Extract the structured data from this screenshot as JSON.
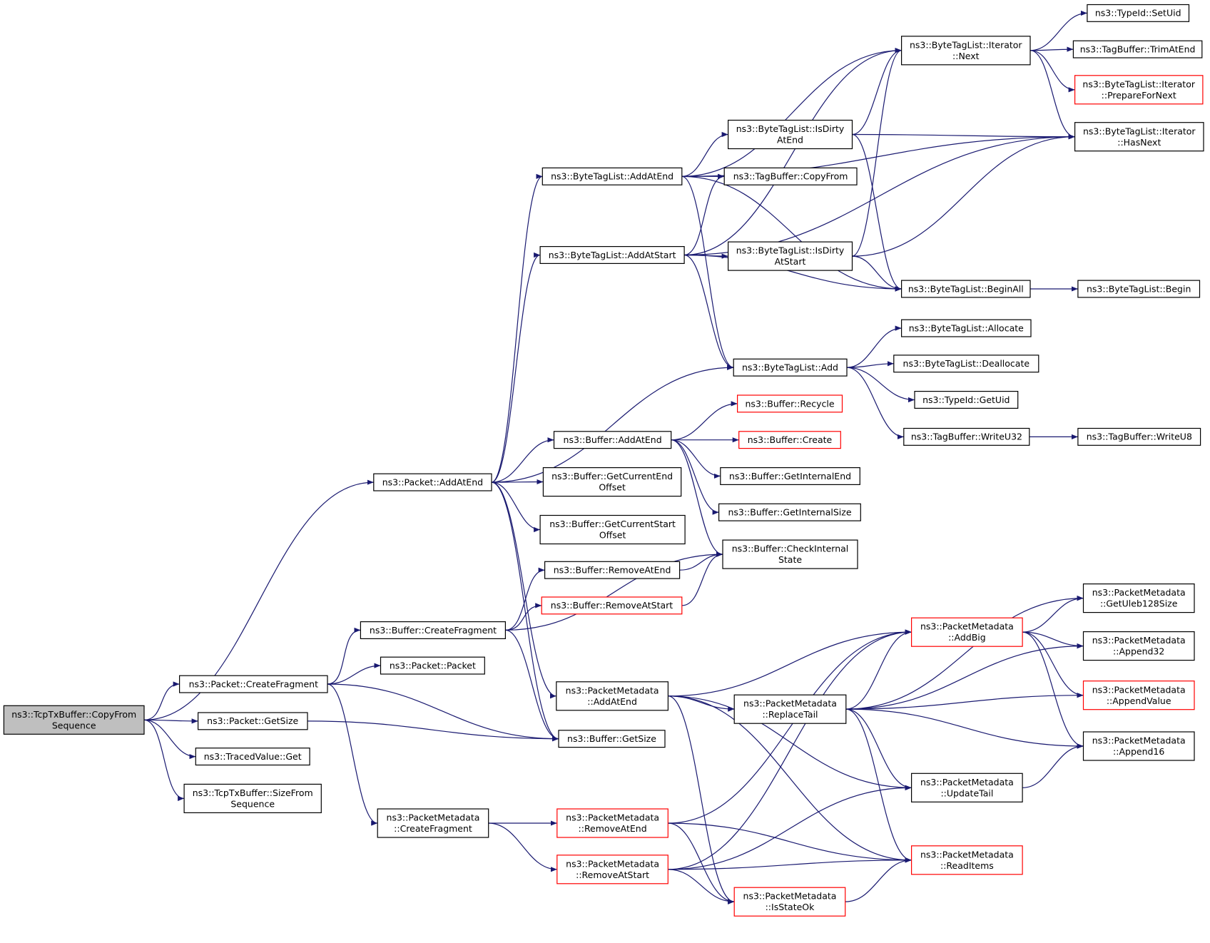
{
  "diagram": {
    "colors": {
      "edge": "#191970",
      "border_default": "#000000",
      "border_incomplete": "#ff0000",
      "root_fill": "#bfbfbf"
    },
    "nodes": [
      {
        "id": "copyfrom",
        "lines": [
          "ns3::TcpTxBuffer::CopyFrom",
          "Sequence"
        ],
        "style": "root"
      },
      {
        "id": "pkt_addatend",
        "lines": [
          "ns3::Packet::AddAtEnd"
        ],
        "style": "normal"
      },
      {
        "id": "pkt_createfrag",
        "lines": [
          "ns3::Packet::CreateFragment"
        ],
        "style": "normal"
      },
      {
        "id": "pkt_getsize",
        "lines": [
          "ns3::Packet::GetSize"
        ],
        "style": "normal"
      },
      {
        "id": "traced_get",
        "lines": [
          "ns3::TracedValue::Get"
        ],
        "style": "normal"
      },
      {
        "id": "sizefromseq",
        "lines": [
          "ns3::TcpTxBuffer::SizeFrom",
          "Sequence"
        ],
        "style": "normal"
      },
      {
        "id": "btl_addatend",
        "lines": [
          "ns3::ByteTagList::AddAtEnd"
        ],
        "style": "normal"
      },
      {
        "id": "btl_addatstart",
        "lines": [
          "ns3::ByteTagList::AddAtStart"
        ],
        "style": "normal"
      },
      {
        "id": "btl_isdirtyend",
        "lines": [
          "ns3::ByteTagList::IsDirty",
          "AtEnd"
        ],
        "style": "normal"
      },
      {
        "id": "tb_copyfrom",
        "lines": [
          "ns3::TagBuffer::CopyFrom"
        ],
        "style": "normal"
      },
      {
        "id": "btl_isdirtystart",
        "lines": [
          "ns3::ByteTagList::IsDirty",
          "AtStart"
        ],
        "style": "normal"
      },
      {
        "id": "btl_add",
        "lines": [
          "ns3::ByteTagList::Add"
        ],
        "style": "normal"
      },
      {
        "id": "btli_next",
        "lines": [
          "ns3::ByteTagList::Iterator",
          "::Next"
        ],
        "style": "normal"
      },
      {
        "id": "btl_beginall",
        "lines": [
          "ns3::ByteTagList::BeginAll"
        ],
        "style": "normal"
      },
      {
        "id": "btl_allocate",
        "lines": [
          "ns3::ByteTagList::Allocate"
        ],
        "style": "normal"
      },
      {
        "id": "btl_deallocate",
        "lines": [
          "ns3::ByteTagList::Deallocate"
        ],
        "style": "normal"
      },
      {
        "id": "typeid_getuid",
        "lines": [
          "ns3::TypeId::GetUid"
        ],
        "style": "normal"
      },
      {
        "id": "tb_writeu32",
        "lines": [
          "ns3::TagBuffer::WriteU32"
        ],
        "style": "normal"
      },
      {
        "id": "typeid_setuid",
        "lines": [
          "ns3::TypeId::SetUid"
        ],
        "style": "normal"
      },
      {
        "id": "tb_trimatend",
        "lines": [
          "ns3::TagBuffer::TrimAtEnd"
        ],
        "style": "normal"
      },
      {
        "id": "btli_preparefornext",
        "lines": [
          "ns3::ByteTagList::Iterator",
          "::PrepareForNext"
        ],
        "style": "red"
      },
      {
        "id": "btli_hasnext",
        "lines": [
          "ns3::ByteTagList::Iterator",
          "::HasNext"
        ],
        "style": "normal"
      },
      {
        "id": "btl_begin",
        "lines": [
          "ns3::ByteTagList::Begin"
        ],
        "style": "normal"
      },
      {
        "id": "tb_writeu8",
        "lines": [
          "ns3::TagBuffer::WriteU8"
        ],
        "style": "normal"
      },
      {
        "id": "buf_addatend",
        "lines": [
          "ns3::Buffer::AddAtEnd"
        ],
        "style": "normal"
      },
      {
        "id": "buf_recycle",
        "lines": [
          "ns3::Buffer::Recycle"
        ],
        "style": "red"
      },
      {
        "id": "buf_create",
        "lines": [
          "ns3::Buffer::Create"
        ],
        "style": "red"
      },
      {
        "id": "buf_getintend",
        "lines": [
          "ns3::Buffer::GetInternalEnd"
        ],
        "style": "normal"
      },
      {
        "id": "buf_getintsize",
        "lines": [
          "ns3::Buffer::GetInternalSize"
        ],
        "style": "normal"
      },
      {
        "id": "buf_checkint",
        "lines": [
          "ns3::Buffer::CheckInternal",
          "State"
        ],
        "style": "normal"
      },
      {
        "id": "buf_getcurend",
        "lines": [
          "ns3::Buffer::GetCurrentEnd",
          "Offset"
        ],
        "style": "normal"
      },
      {
        "id": "buf_getcurstart",
        "lines": [
          "ns3::Buffer::GetCurrentStart",
          "Offset"
        ],
        "style": "normal"
      },
      {
        "id": "buf_removeatend",
        "lines": [
          "ns3::Buffer::RemoveAtEnd"
        ],
        "style": "normal"
      },
      {
        "id": "buf_removeatstart",
        "lines": [
          "ns3::Buffer::RemoveAtStart"
        ],
        "style": "red"
      },
      {
        "id": "buf_createfrag",
        "lines": [
          "ns3::Buffer::CreateFragment"
        ],
        "style": "normal"
      },
      {
        "id": "pkt_packet",
        "lines": [
          "ns3::Packet::Packet"
        ],
        "style": "normal"
      },
      {
        "id": "pm_addatend",
        "lines": [
          "ns3::PacketMetadata",
          "::AddAtEnd"
        ],
        "style": "normal"
      },
      {
        "id": "buf_getsize",
        "lines": [
          "ns3::Buffer::GetSize"
        ],
        "style": "normal"
      },
      {
        "id": "pm_createfrag",
        "lines": [
          "ns3::PacketMetadata",
          "::CreateFragment"
        ],
        "style": "normal"
      },
      {
        "id": "pm_removeatend",
        "lines": [
          "ns3::PacketMetadata",
          "::RemoveAtEnd"
        ],
        "style": "red"
      },
      {
        "id": "pm_removeatstart",
        "lines": [
          "ns3::PacketMetadata",
          "::RemoveAtStart"
        ],
        "style": "red"
      },
      {
        "id": "pm_replacetail",
        "lines": [
          "ns3::PacketMetadata",
          "::ReplaceTail"
        ],
        "style": "normal"
      },
      {
        "id": "pm_addbig",
        "lines": [
          "ns3::PacketMetadata",
          "::AddBig"
        ],
        "style": "red"
      },
      {
        "id": "pm_updatetail",
        "lines": [
          "ns3::PacketMetadata",
          "::UpdateTail"
        ],
        "style": "normal"
      },
      {
        "id": "pm_readitems",
        "lines": [
          "ns3::PacketMetadata",
          "::ReadItems"
        ],
        "style": "red"
      },
      {
        "id": "pm_isstateok",
        "lines": [
          "ns3::PacketMetadata",
          "::IsStateOk"
        ],
        "style": "red"
      },
      {
        "id": "pm_getuleb",
        "lines": [
          "ns3::PacketMetadata",
          "::GetUleb128Size"
        ],
        "style": "normal"
      },
      {
        "id": "pm_append32",
        "lines": [
          "ns3::PacketMetadata",
          "::Append32"
        ],
        "style": "normal"
      },
      {
        "id": "pm_appendvalue",
        "lines": [
          "ns3::PacketMetadata",
          "::AppendValue"
        ],
        "style": "red"
      },
      {
        "id": "pm_append16",
        "lines": [
          "ns3::PacketMetadata",
          "::Append16"
        ],
        "style": "normal"
      }
    ],
    "edges": [
      [
        "copyfrom",
        "pkt_addatend"
      ],
      [
        "copyfrom",
        "pkt_createfrag"
      ],
      [
        "copyfrom",
        "pkt_getsize"
      ],
      [
        "copyfrom",
        "traced_get"
      ],
      [
        "copyfrom",
        "sizefromseq"
      ],
      [
        "pkt_addatend",
        "btl_addatend"
      ],
      [
        "pkt_addatend",
        "btl_addatstart"
      ],
      [
        "pkt_addatend",
        "btl_add"
      ],
      [
        "pkt_addatend",
        "buf_addatend"
      ],
      [
        "pkt_addatend",
        "buf_getcurend"
      ],
      [
        "pkt_addatend",
        "buf_getcurstart"
      ],
      [
        "pkt_addatend",
        "pm_addatend"
      ],
      [
        "pkt_addatend",
        "buf_getsize"
      ],
      [
        "btl_addatend",
        "btli_next"
      ],
      [
        "btl_addatend",
        "btl_isdirtyend"
      ],
      [
        "btl_addatend",
        "tb_copyfrom"
      ],
      [
        "btl_addatend",
        "btli_hasnext"
      ],
      [
        "btl_addatend",
        "btl_beginall"
      ],
      [
        "btl_addatend",
        "btl_add"
      ],
      [
        "btl_addatstart",
        "btli_next"
      ],
      [
        "btl_addatstart",
        "tb_copyfrom"
      ],
      [
        "btl_addatstart",
        "btli_hasnext"
      ],
      [
        "btl_addatstart",
        "btl_isdirtystart"
      ],
      [
        "btl_addatstart",
        "btl_beginall"
      ],
      [
        "btl_addatstart",
        "btl_add"
      ],
      [
        "btl_isdirtyend",
        "btli_next"
      ],
      [
        "btl_isdirtyend",
        "btli_hasnext"
      ],
      [
        "btl_isdirtyend",
        "btl_beginall"
      ],
      [
        "btl_isdirtystart",
        "btli_next"
      ],
      [
        "btl_isdirtystart",
        "btli_hasnext"
      ],
      [
        "btl_isdirtystart",
        "btl_beginall"
      ],
      [
        "btli_next",
        "typeid_setuid"
      ],
      [
        "btli_next",
        "tb_trimatend"
      ],
      [
        "btli_next",
        "btli_preparefornext"
      ],
      [
        "btli_next",
        "btli_hasnext"
      ],
      [
        "btl_beginall",
        "btl_begin"
      ],
      [
        "btl_add",
        "btl_allocate"
      ],
      [
        "btl_add",
        "btl_deallocate"
      ],
      [
        "btl_add",
        "typeid_getuid"
      ],
      [
        "btl_add",
        "tb_writeu32"
      ],
      [
        "tb_writeu32",
        "tb_writeu8"
      ],
      [
        "buf_addatend",
        "buf_recycle"
      ],
      [
        "buf_addatend",
        "buf_create"
      ],
      [
        "buf_addatend",
        "buf_getintend"
      ],
      [
        "buf_addatend",
        "buf_getintsize"
      ],
      [
        "buf_addatend",
        "buf_checkint"
      ],
      [
        "buf_removeatend",
        "buf_checkint"
      ],
      [
        "buf_removeatstart",
        "buf_checkint"
      ],
      [
        "pkt_createfrag",
        "buf_createfrag"
      ],
      [
        "pkt_createfrag",
        "pkt_packet"
      ],
      [
        "pkt_createfrag",
        "buf_getsize"
      ],
      [
        "pkt_createfrag",
        "pm_createfrag"
      ],
      [
        "buf_createfrag",
        "buf_removeatend"
      ],
      [
        "buf_createfrag",
        "buf_removeatstart"
      ],
      [
        "buf_createfrag",
        "buf_checkint"
      ],
      [
        "buf_createfrag",
        "buf_getsize"
      ],
      [
        "pkt_getsize",
        "buf_getsize"
      ],
      [
        "pm_addatend",
        "pm_addbig"
      ],
      [
        "pm_addatend",
        "pm_replacetail"
      ],
      [
        "pm_addatend",
        "pm_updatetail"
      ],
      [
        "pm_addatend",
        "pm_readitems"
      ],
      [
        "pm_addatend",
        "pm_isstateok"
      ],
      [
        "pm_createfrag",
        "pm_removeatend"
      ],
      [
        "pm_createfrag",
        "pm_removeatstart"
      ],
      [
        "pm_removeatend",
        "pm_addbig"
      ],
      [
        "pm_removeatend",
        "pm_readitems"
      ],
      [
        "pm_removeatend",
        "pm_isstateok"
      ],
      [
        "pm_removeatstart",
        "pm_addbig"
      ],
      [
        "pm_removeatstart",
        "pm_updatetail"
      ],
      [
        "pm_removeatstart",
        "pm_isstateok"
      ],
      [
        "pm_removeatstart",
        "pm_readitems"
      ],
      [
        "pm_replacetail",
        "pm_getuleb"
      ],
      [
        "pm_replacetail",
        "pm_addbig"
      ],
      [
        "pm_replacetail",
        "pm_append32"
      ],
      [
        "pm_replacetail",
        "pm_appendvalue"
      ],
      [
        "pm_replacetail",
        "pm_append16"
      ],
      [
        "pm_replacetail",
        "pm_updatetail"
      ],
      [
        "pm_replacetail",
        "pm_readitems"
      ],
      [
        "pm_addbig",
        "pm_getuleb"
      ],
      [
        "pm_addbig",
        "pm_append32"
      ],
      [
        "pm_addbig",
        "pm_appendvalue"
      ],
      [
        "pm_addbig",
        "pm_append16"
      ],
      [
        "pm_updatetail",
        "pm_append16"
      ],
      [
        "pm_isstateok",
        "pm_readitems"
      ]
    ]
  }
}
